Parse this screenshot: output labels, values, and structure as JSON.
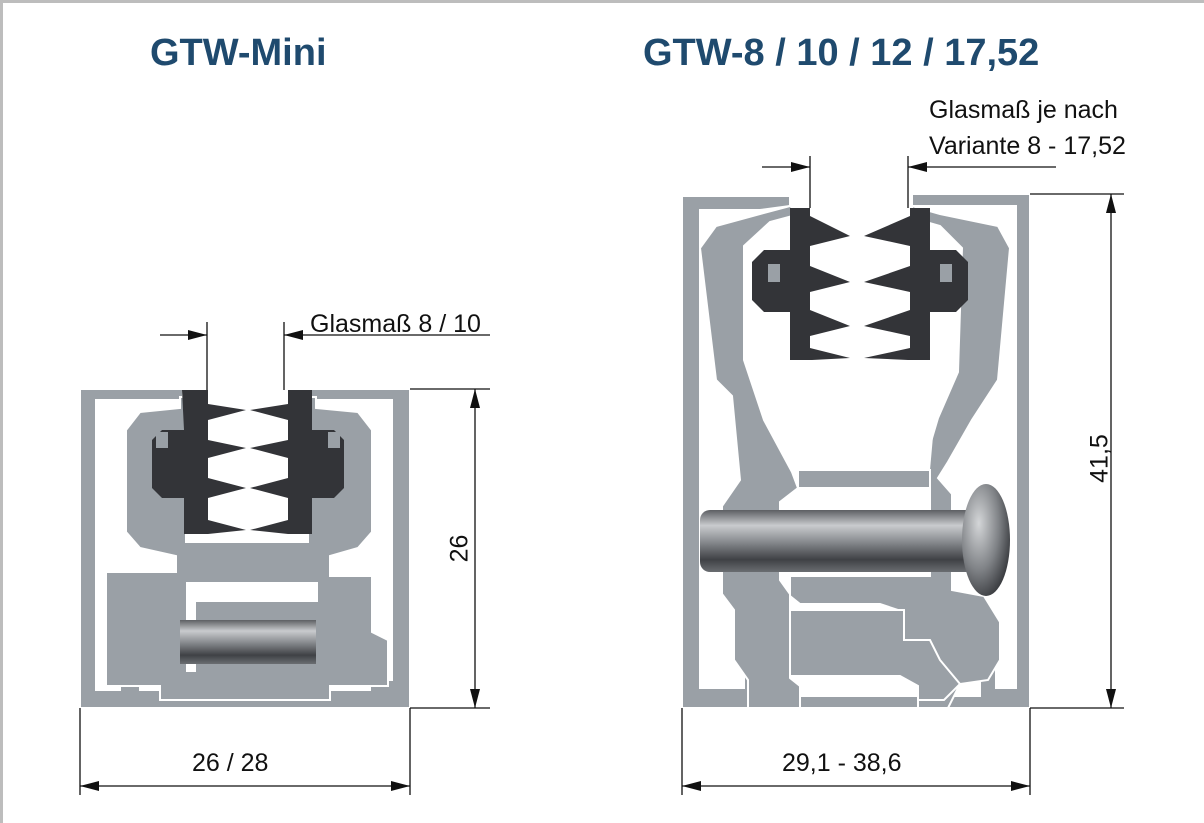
{
  "left_profile": {
    "title": "GTW-Mini",
    "glass_label": "Glasmaß 8 / 10",
    "height_label": "26",
    "width_label": "26 / 28"
  },
  "right_profile": {
    "title": "GTW-8 / 10 / 12 / 17,52",
    "glass_label_line1": "Glasmaß je nach",
    "glass_label_line2": "Variante 8 - 17,52",
    "height_label": "41,5",
    "width_label": "29,1 - 38,6"
  },
  "colors": {
    "title": "#1f4a6e",
    "profile_fill": "#9aa0a6",
    "profile_stroke": "#ffffff",
    "gasket": "#333438",
    "dimension_line": "#111111"
  }
}
